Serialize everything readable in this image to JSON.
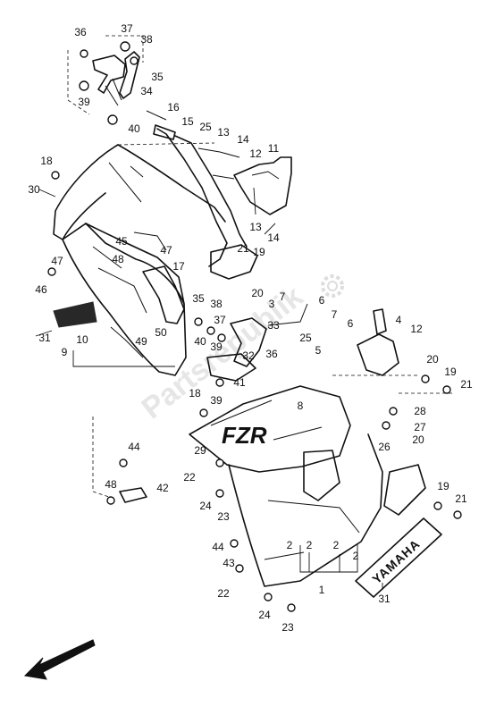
{
  "watermark": "Partsrepublik",
  "decal_text": "YAMAHA",
  "tank_logo": "FZR",
  "callouts": [
    {
      "id": "c36a",
      "label": "36"
    },
    {
      "id": "c37a",
      "label": "37"
    },
    {
      "id": "c38a",
      "label": "38"
    },
    {
      "id": "c35a",
      "label": "35"
    },
    {
      "id": "c34",
      "label": "34"
    },
    {
      "id": "c39a",
      "label": "39"
    },
    {
      "id": "c40a",
      "label": "40"
    },
    {
      "id": "c16",
      "label": "16"
    },
    {
      "id": "c15",
      "label": "15"
    },
    {
      "id": "c25a",
      "label": "25"
    },
    {
      "id": "c13a",
      "label": "13"
    },
    {
      "id": "c14a",
      "label": "14"
    },
    {
      "id": "c12a",
      "label": "12"
    },
    {
      "id": "c11",
      "label": "11"
    },
    {
      "id": "c18a",
      "label": "18"
    },
    {
      "id": "c30",
      "label": "30"
    },
    {
      "id": "c13b",
      "label": "13"
    },
    {
      "id": "c14b",
      "label": "14"
    },
    {
      "id": "c21a",
      "label": "21"
    },
    {
      "id": "c19a",
      "label": "19"
    },
    {
      "id": "c45",
      "label": "45"
    },
    {
      "id": "c47a",
      "label": "47"
    },
    {
      "id": "c48a",
      "label": "48"
    },
    {
      "id": "c47b",
      "label": "47"
    },
    {
      "id": "c46",
      "label": "46"
    },
    {
      "id": "c17",
      "label": "17"
    },
    {
      "id": "c20a",
      "label": "20"
    },
    {
      "id": "c3",
      "label": "3"
    },
    {
      "id": "c7a",
      "label": "7"
    },
    {
      "id": "c6",
      "label": "6"
    },
    {
      "id": "c35b",
      "label": "35"
    },
    {
      "id": "c38b",
      "label": "38"
    },
    {
      "id": "c37b",
      "label": "37"
    },
    {
      "id": "c33",
      "label": "33"
    },
    {
      "id": "c7b",
      "label": "7"
    },
    {
      "id": "c6b",
      "label": "6"
    },
    {
      "id": "c4",
      "label": "4"
    },
    {
      "id": "c12b",
      "label": "12"
    },
    {
      "id": "c31a",
      "label": "31"
    },
    {
      "id": "c10",
      "label": "10"
    },
    {
      "id": "c49",
      "label": "49"
    },
    {
      "id": "c50",
      "label": "50"
    },
    {
      "id": "c40b",
      "label": "40"
    },
    {
      "id": "c39b",
      "label": "39"
    },
    {
      "id": "c32",
      "label": "32"
    },
    {
      "id": "c36b",
      "label": "36"
    },
    {
      "id": "c25b",
      "label": "25"
    },
    {
      "id": "c5",
      "label": "5"
    },
    {
      "id": "c9",
      "label": "9"
    },
    {
      "id": "c41",
      "label": "41"
    },
    {
      "id": "c18b",
      "label": "18"
    },
    {
      "id": "c39c",
      "label": "39"
    },
    {
      "id": "c8",
      "label": "8"
    },
    {
      "id": "c20b",
      "label": "20"
    },
    {
      "id": "c19b",
      "label": "19"
    },
    {
      "id": "c21b",
      "label": "21"
    },
    {
      "id": "c28",
      "label": "28"
    },
    {
      "id": "c27",
      "label": "27"
    },
    {
      "id": "c26",
      "label": "26"
    },
    {
      "id": "c20c",
      "label": "20"
    },
    {
      "id": "c44a",
      "label": "44"
    },
    {
      "id": "c29",
      "label": "29"
    },
    {
      "id": "c22a",
      "label": "22"
    },
    {
      "id": "c48b",
      "label": "48"
    },
    {
      "id": "c42",
      "label": "42"
    },
    {
      "id": "c24a",
      "label": "24"
    },
    {
      "id": "c23a",
      "label": "23"
    },
    {
      "id": "c44b",
      "label": "44"
    },
    {
      "id": "c43",
      "label": "43"
    },
    {
      "id": "c22b",
      "label": "22"
    },
    {
      "id": "c2a",
      "label": "2"
    },
    {
      "id": "c2b",
      "label": "2"
    },
    {
      "id": "c2c",
      "label": "2"
    },
    {
      "id": "c2d",
      "label": "2"
    },
    {
      "id": "c1",
      "label": "1"
    },
    {
      "id": "c19c",
      "label": "19"
    },
    {
      "id": "c21c",
      "label": "21"
    },
    {
      "id": "c31b",
      "label": "31"
    },
    {
      "id": "c24b",
      "label": "24"
    },
    {
      "id": "c23b",
      "label": "23"
    }
  ]
}
